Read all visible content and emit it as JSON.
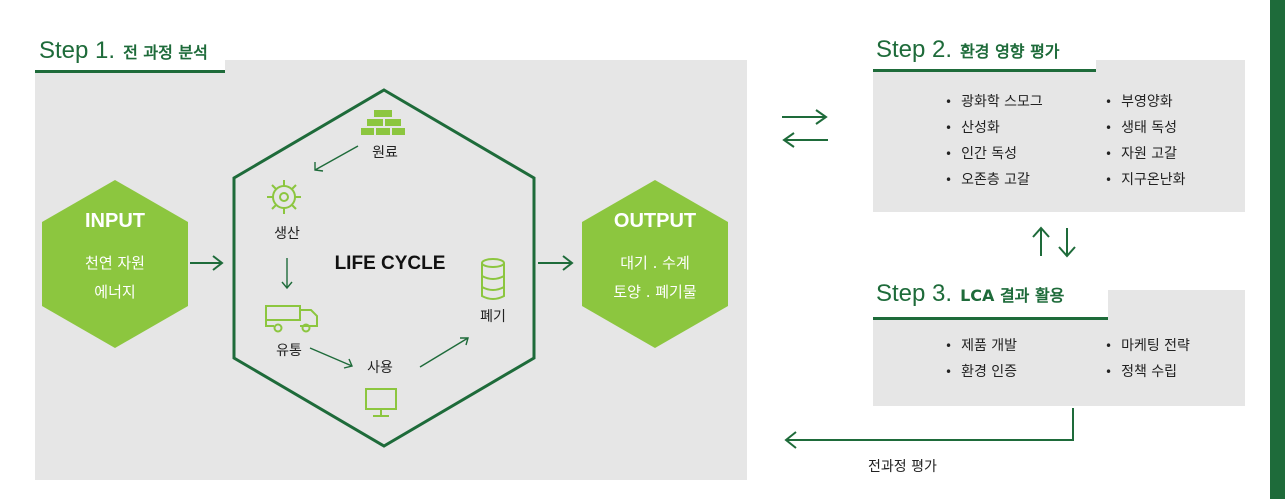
{
  "step1": {
    "step": "Step 1.",
    "title": "전 과정 분석",
    "input": {
      "title": "INPUT",
      "line1": "천연 자원",
      "line2": "에너지"
    },
    "output": {
      "title": "OUTPUT",
      "line1": "대기 . 수계",
      "line2": "토양 . 폐기물"
    },
    "center": "LIFE CYCLE",
    "stages": {
      "raw": "원료",
      "production": "생산",
      "distribution": "유통",
      "use": "사용",
      "disposal": "폐기"
    }
  },
  "step2": {
    "step": "Step 2.",
    "title": "환경 영향 평가",
    "left": [
      "광화학 스모그",
      "산성화",
      "인간 독성",
      "오존층 고갈"
    ],
    "right": [
      "부영양화",
      "생태 독성",
      "자원 고갈",
      "지구온난화"
    ]
  },
  "step3": {
    "step": "Step 3.",
    "title": "LCA 결과 활용",
    "left": [
      "제품 개발",
      "환경 인증"
    ],
    "right": [
      "마케팅 전략",
      "정책 수립"
    ]
  },
  "feedback_label": "전과정 평가",
  "colors": {
    "dark_green": "#1e6b3a",
    "light_green": "#8cc63f",
    "panel_gray": "#e6e6e6"
  },
  "icons": [
    "blocks-icon",
    "gear-icon",
    "truck-icon",
    "monitor-icon",
    "barrel-icon"
  ]
}
